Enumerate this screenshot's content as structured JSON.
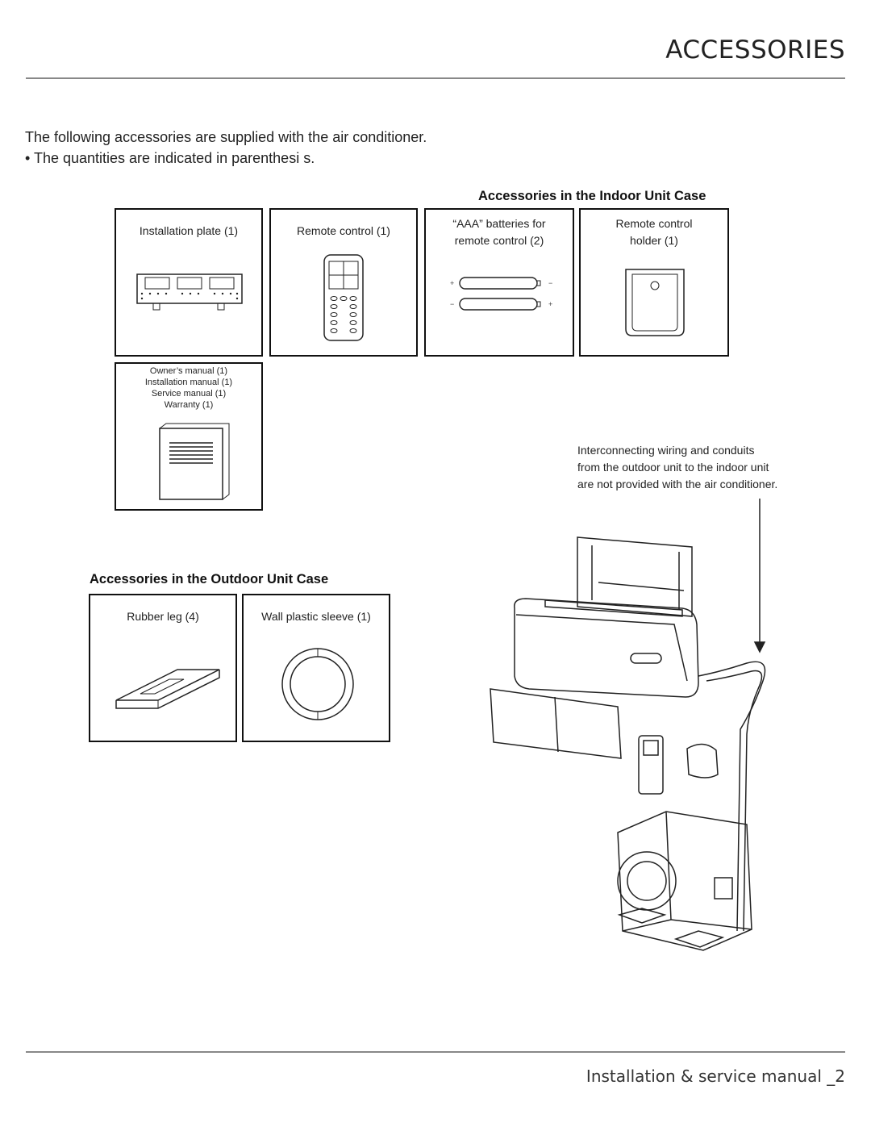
{
  "page_title": "ACCESSORIES",
  "intro": {
    "line1": "The following accessories are supplied with the air conditioner.",
    "line2": "• The quantities are indicated in parenthesi s."
  },
  "indoor": {
    "heading": "Accessories in the Indoor Unit Case",
    "items": [
      {
        "label": "Installation plate (1)"
      },
      {
        "label": "Remote control (1)"
      },
      {
        "label_line1": "“AAA” batteries for",
        "label_line2": "remote control (2)"
      },
      {
        "label_line1": "Remote control",
        "label_line2": "holder (1)"
      }
    ],
    "manuals": [
      "Owner’s manual (1)",
      "Installation manual (1)",
      "Service manual (1)",
      "Warranty (1)"
    ]
  },
  "outdoor": {
    "heading": "Accessories in the Outdoor Unit Case",
    "items": [
      {
        "label": "Rubber leg (4)"
      },
      {
        "label": "Wall plastic sleeve (1)"
      }
    ]
  },
  "note": {
    "line1": "Interconnecting wiring and conduits",
    "line2": "from the outdoor unit to the indoor unit",
    "line3": "are not provided with the air conditioner."
  },
  "footer": "Installation & service manual _2"
}
